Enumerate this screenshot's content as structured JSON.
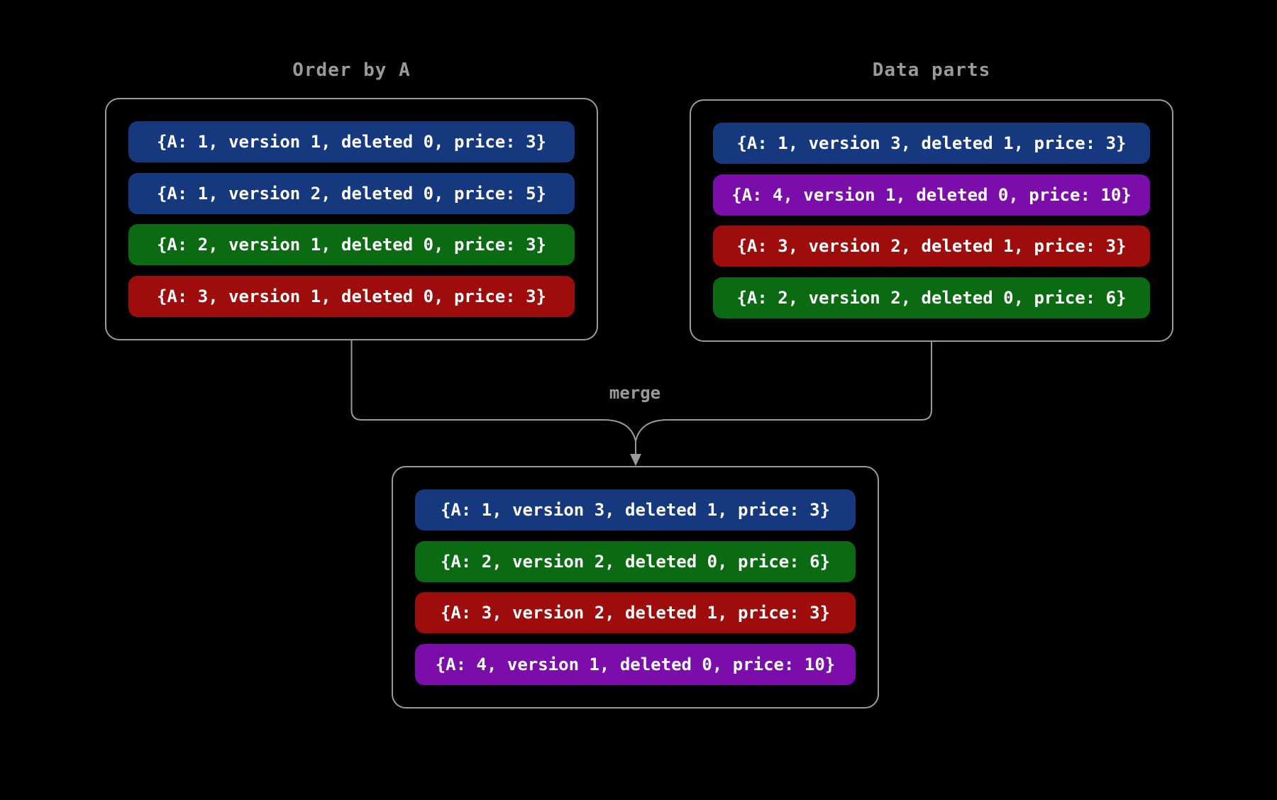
{
  "palette": {
    "background": "#000000",
    "line": "#9a9a9a",
    "title_text": "#9a9a9a",
    "pill_text": "#ffffff",
    "blue": "#16387e",
    "green": "#0a6b12",
    "red": "#9e0c0c",
    "purple": "#7b0dab"
  },
  "merge_label": "merge",
  "boxes": {
    "order_by_a": {
      "title": "Order by A",
      "rows": [
        {
          "text": "{A: 1, version 1, deleted 0, price: 3}",
          "bg": "#16387e",
          "color_name": "blue"
        },
        {
          "text": "{A: 1, version 2, deleted 0, price: 5}",
          "bg": "#16387e",
          "color_name": "blue"
        },
        {
          "text": "{A: 2, version 1, deleted 0, price: 3}",
          "bg": "#0a6b12",
          "color_name": "green"
        },
        {
          "text": "{A: 3, version 1, deleted 0, price: 3}",
          "bg": "#9e0c0c",
          "color_name": "red"
        }
      ]
    },
    "data_parts": {
      "title": "Data parts",
      "rows": [
        {
          "text": "{A: 1, version 3, deleted 1, price: 3}",
          "bg": "#16387e",
          "color_name": "blue"
        },
        {
          "text": "{A: 4, version 1, deleted 0, price: 10}",
          "bg": "#7b0dab",
          "color_name": "purple"
        },
        {
          "text": "{A: 3, version 2, deleted 1, price: 3}",
          "bg": "#9e0c0c",
          "color_name": "red"
        },
        {
          "text": "{A: 2, version 2, deleted 0, price: 6}",
          "bg": "#0a6b12",
          "color_name": "green"
        }
      ]
    },
    "merged": {
      "rows": [
        {
          "text": "{A: 1, version 3, deleted 1, price: 3}",
          "bg": "#16387e",
          "color_name": "blue"
        },
        {
          "text": "{A: 2, version 2, deleted 0, price: 6}",
          "bg": "#0a6b12",
          "color_name": "green"
        },
        {
          "text": "{A: 3, version 2, deleted 1, price: 3}",
          "bg": "#9e0c0c",
          "color_name": "red"
        },
        {
          "text": "{A: 4, version 1, deleted 0, price: 10}",
          "bg": "#7b0dab",
          "color_name": "purple"
        }
      ]
    }
  }
}
